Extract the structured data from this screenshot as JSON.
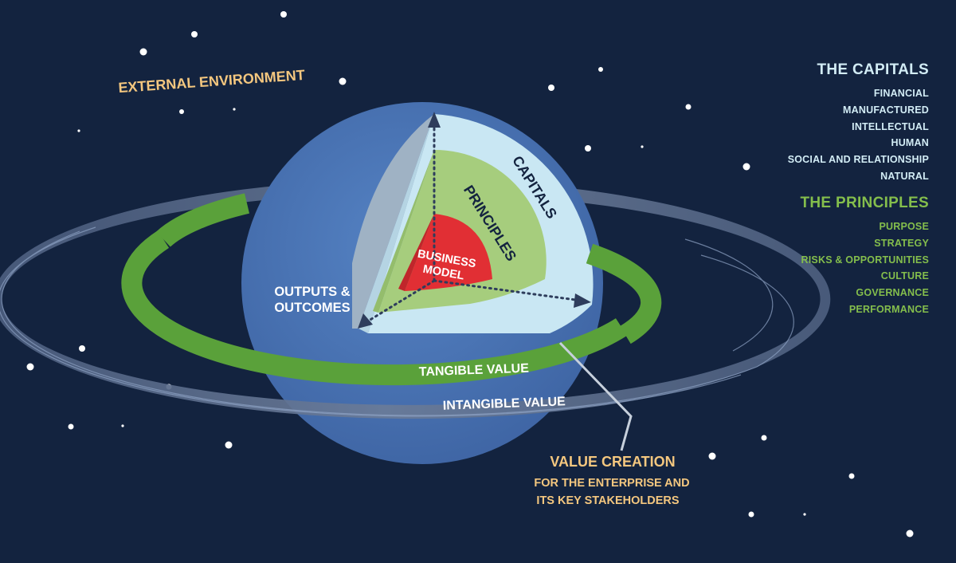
{
  "colors": {
    "background": "#13233f",
    "planet": "#4a74b4",
    "capitals_layer": "#c9e7f3",
    "principles_layer": "#a6cd7d",
    "business_model_core": "#e12f34",
    "tangible_ring": "#5aa13a",
    "intangible_ring": "#5d6f8e",
    "orange_label": "#f4c77f",
    "green_label": "#84be4c"
  },
  "labels": {
    "external_environment": "EXTERNAL ENVIRONMENT",
    "capitals_layer": "CAPITALS",
    "principles_layer": "PRINCIPLES",
    "business_model_line1": "BUSINESS",
    "business_model_line2": "MODEL",
    "outputs_line1": "OUTPUTS &",
    "outputs_line2": "OUTCOMES",
    "tangible_value": "TANGIBLE VALUE",
    "intangible_value": "INTANGIBLE VALUE",
    "value_creation": "VALUE CREATION",
    "value_creation_sub1": "FOR THE ENTERPRISE AND",
    "value_creation_sub2": "ITS KEY STAKEHOLDERS"
  },
  "capitals": {
    "title": "THE CAPITALS",
    "items": [
      "FINANCIAL",
      "MANUFACTURED",
      "INTELLECTUAL",
      "HUMAN",
      "SOCIAL AND RELATIONSHIP",
      "NATURAL"
    ]
  },
  "principles": {
    "title": "THE PRINCIPLES",
    "items": [
      "PURPOSE",
      "STRATEGY",
      "RISKS & OPPORTUNITIES",
      "CULTURE",
      "GOVERNANCE",
      "PERFORMANCE"
    ]
  }
}
